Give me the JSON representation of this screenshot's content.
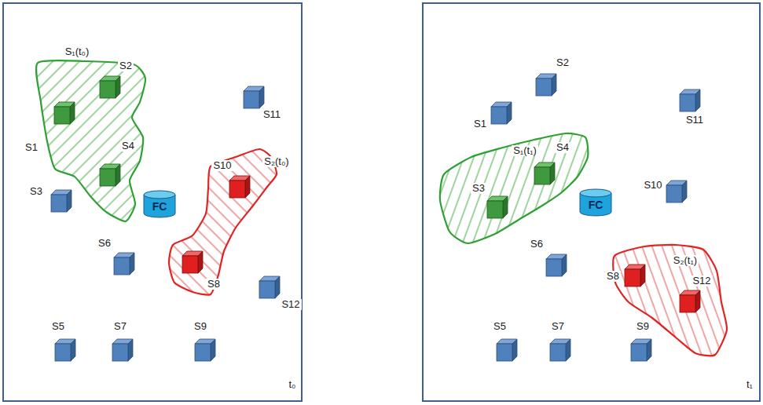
{
  "diagram": {
    "nodes": [
      {
        "text": [
          "t₀"
        ]
      },
      {
        "text": [
          "S₁(t₀)"
        ],
        "in": 0
      },
      {
        "text": [
          "S1"
        ],
        "in": 1
      },
      {
        "text": [
          "S2"
        ],
        "in": 1
      },
      {
        "text": [
          "S4"
        ],
        "in": 1
      },
      {
        "text": [
          "S11"
        ],
        "in": 0
      },
      {
        "text": [
          "S₂(t₀)"
        ],
        "in": 0
      },
      {
        "text": [
          "S10"
        ],
        "in": 6
      },
      {
        "text": [
          "S3"
        ],
        "in": 0
      },
      {
        "text": [
          "FC"
        ],
        "in": 0
      },
      {
        "text": [
          "S6"
        ],
        "in": 0
      },
      {
        "text": [
          "S8"
        ],
        "in": 6
      },
      {
        "text": [
          "S12"
        ],
        "in": 0
      },
      {
        "text": [
          "S5"
        ],
        "in": 0
      },
      {
        "text": [
          "S7"
        ],
        "in": 0
      },
      {
        "text": [
          "S9"
        ],
        "in": 0
      },
      {
        "text": [
          "t₁"
        ]
      },
      {
        "text": [
          "S2"
        ],
        "in": 16
      },
      {
        "text": [
          "S1"
        ],
        "in": 16
      },
      {
        "text": [
          "S11"
        ],
        "in": 16
      },
      {
        "text": [
          "S₁(t₁)"
        ],
        "in": 16
      },
      {
        "text": [
          "S4"
        ],
        "in": 20
      },
      {
        "text": [
          "S3"
        ],
        "in": 20
      },
      {
        "text": [
          "FC"
        ],
        "in": 16
      },
      {
        "text": [
          "S10"
        ],
        "in": 16
      },
      {
        "text": [
          "S6"
        ],
        "in": 16
      },
      {
        "text": [
          "S₂(t₁)"
        ],
        "in": 16
      },
      {
        "text": [
          "S8"
        ],
        "in": 26
      },
      {
        "text": [
          "S12"
        ],
        "in": 26
      },
      {
        "text": [
          "S5"
        ],
        "in": 16
      },
      {
        "text": [
          "S7"
        ],
        "in": 16
      },
      {
        "text": [
          "S9"
        ],
        "in": 16
      }
    ]
  }
}
